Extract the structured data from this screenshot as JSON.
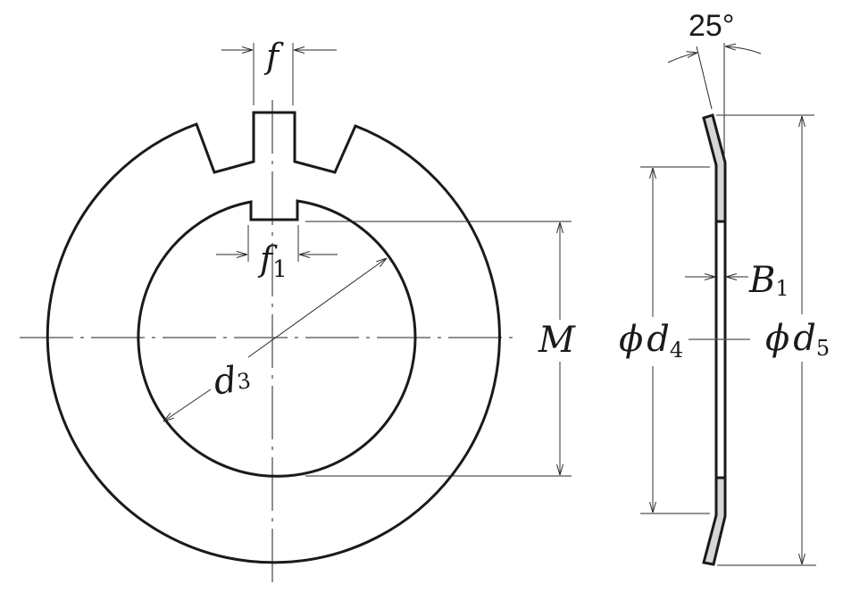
{
  "drawing": {
    "title": "Lock washer (tab washer) dimension drawing",
    "front_view": {
      "labels": {
        "f": "f",
        "f1_main": "f",
        "f1_sub": "1",
        "d3_main": "d",
        "d3_sub": "3",
        "M": "M"
      }
    },
    "side_view": {
      "labels": {
        "angle": "25°",
        "B1_main": "B",
        "B1_sub": "1",
        "d4_phi": "ϕ",
        "d4_main": "d",
        "d4_sub": "4",
        "d5_phi": "ϕ",
        "d5_main": "d",
        "d5_sub": "5"
      }
    },
    "colors": {
      "outline": "#1a1a1a",
      "section_fill": "#d4d6d8",
      "centerline": "#6a6a6a"
    }
  }
}
